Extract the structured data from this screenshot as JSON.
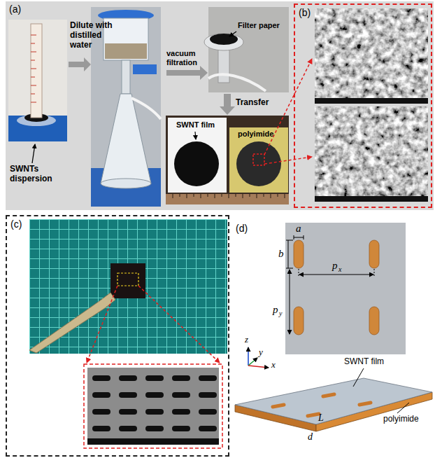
{
  "diagram": {
    "nodes": [
      {
        "text": [
          "(a)"
        ]
      },
      {
        "text": [
          "(b)"
        ]
      },
      {
        "text": [
          "(c)"
        ]
      }
    ],
    "labels": [
      "Dilute with distilled water",
      "vacuum filtration",
      "Filter paper",
      "Transfer",
      "SWNTs dispersion",
      "SWNT film",
      "polyimide",
      "(d)",
      "b",
      "a",
      "p",
      "x",
      "p",
      "y",
      "z",
      "y",
      "x",
      "SWNT film",
      "polyimide",
      "L",
      "d"
    ]
  }
}
